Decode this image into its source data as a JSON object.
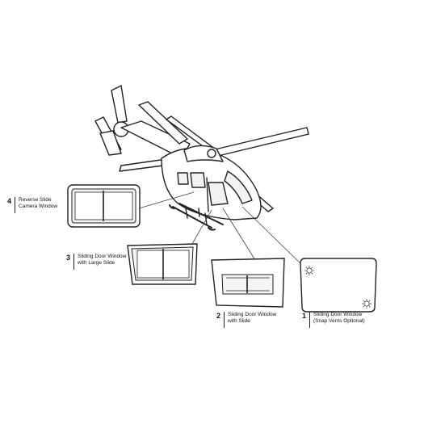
{
  "callouts": [
    {
      "number": "4",
      "line1": "Reverse Slide",
      "line2": "Camera Window"
    },
    {
      "number": "3",
      "line1": "Sliding Door Window",
      "line2": "with Large Slide"
    },
    {
      "number": "2",
      "line1": "Sliding Door Window",
      "line2": "with Slide"
    },
    {
      "number": "1",
      "line1": "Sliding Door Window",
      "line2": "(Snap Vents Optional)"
    }
  ],
  "icons": {
    "helicopter": "helicopter-line-drawing",
    "vent": "snap-vent-icon"
  },
  "colors": {
    "line": "#222222",
    "background": "#ffffff",
    "window_fill": "#f4f4f4"
  }
}
